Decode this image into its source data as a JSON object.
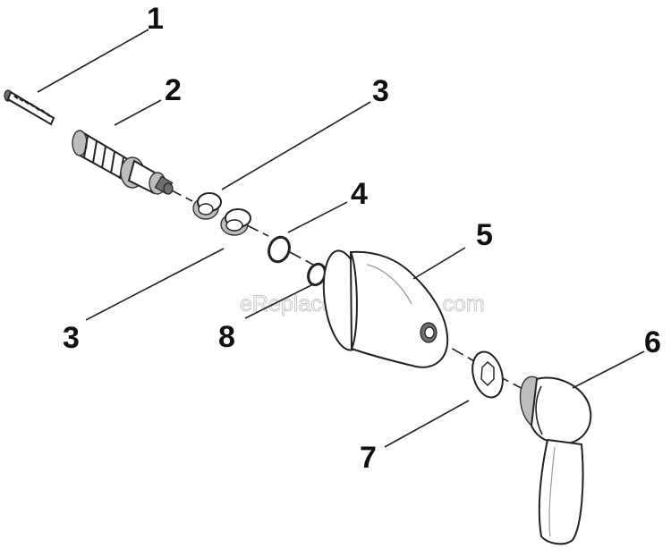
{
  "diagram": {
    "watermark": "eReplacementParts.com",
    "callouts": [
      {
        "id": "c1",
        "label": "1"
      },
      {
        "id": "c2",
        "label": "2"
      },
      {
        "id": "c3a",
        "label": "3"
      },
      {
        "id": "c4",
        "label": "4"
      },
      {
        "id": "c5",
        "label": "5"
      },
      {
        "id": "c3b",
        "label": "3"
      },
      {
        "id": "c8",
        "label": "8"
      },
      {
        "id": "c6",
        "label": "6"
      },
      {
        "id": "c7",
        "label": "7"
      }
    ],
    "parts": [
      {
        "ref": "1",
        "name": "screw"
      },
      {
        "ref": "2",
        "name": "cartridge"
      },
      {
        "ref": "3",
        "name": "spacer-ring"
      },
      {
        "ref": "4",
        "name": "o-ring"
      },
      {
        "ref": "5",
        "name": "escutcheon"
      },
      {
        "ref": "6",
        "name": "lever-handle"
      },
      {
        "ref": "7",
        "name": "washer"
      },
      {
        "ref": "8",
        "name": "o-ring-small"
      }
    ]
  }
}
